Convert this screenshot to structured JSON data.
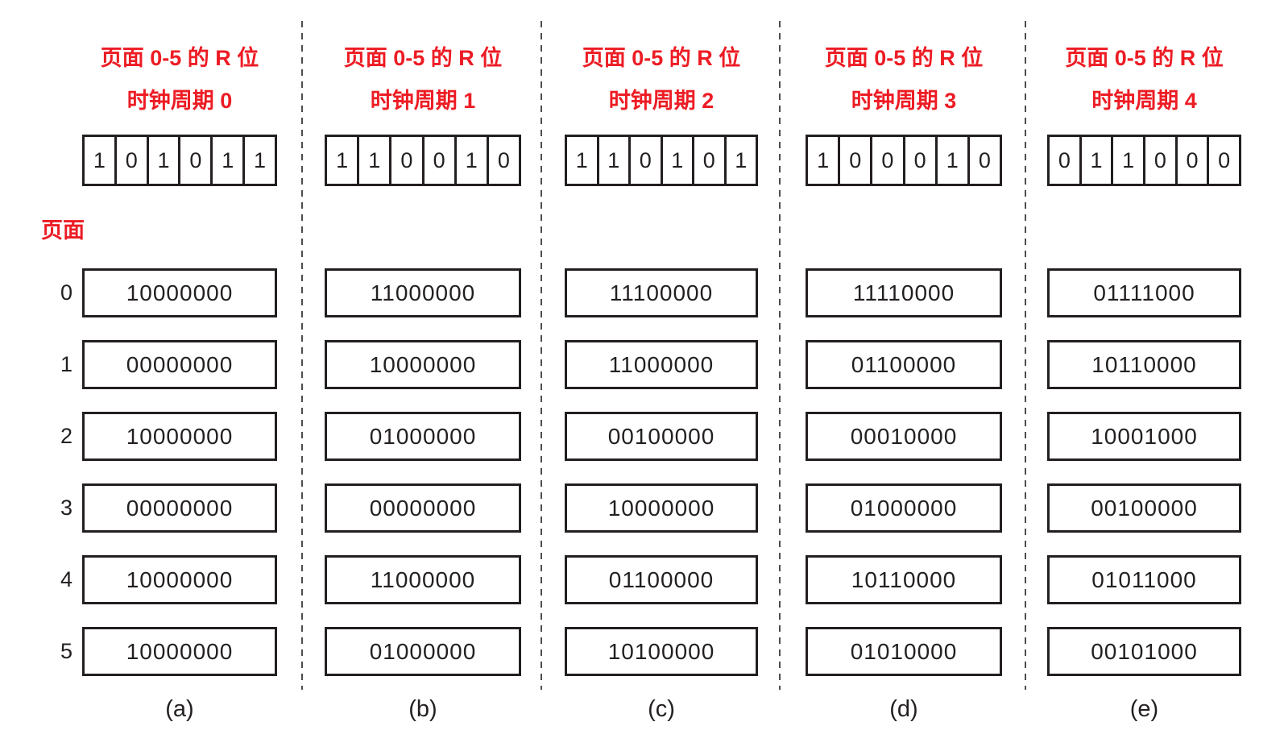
{
  "colors": {
    "title_red": "#ed1c24",
    "line_black": "#231f20"
  },
  "page_column": {
    "header": "页面",
    "numbers": [
      "0",
      "1",
      "2",
      "3",
      "4",
      "5"
    ]
  },
  "columns": [
    {
      "title_line1": "页面 0-5 的 R 位",
      "title_line2": "时钟周期 0",
      "r_bits": [
        "1",
        "0",
        "1",
        "0",
        "1",
        "1"
      ],
      "counters": [
        "10000000",
        "00000000",
        "10000000",
        "00000000",
        "10000000",
        "10000000"
      ],
      "label": "(a)"
    },
    {
      "title_line1": "页面 0-5 的 R 位",
      "title_line2": "时钟周期 1",
      "r_bits": [
        "1",
        "1",
        "0",
        "0",
        "1",
        "0"
      ],
      "counters": [
        "11000000",
        "10000000",
        "01000000",
        "00000000",
        "11000000",
        "01000000"
      ],
      "label": "(b)"
    },
    {
      "title_line1": "页面 0-5 的 R 位",
      "title_line2": "时钟周期 2",
      "r_bits": [
        "1",
        "1",
        "0",
        "1",
        "0",
        "1"
      ],
      "counters": [
        "11100000",
        "11000000",
        "00100000",
        "10000000",
        "01100000",
        "10100000"
      ],
      "label": "(c)"
    },
    {
      "title_line1": "页面 0-5 的 R 位",
      "title_line2": "时钟周期 3",
      "r_bits": [
        "1",
        "0",
        "0",
        "0",
        "1",
        "0"
      ],
      "counters": [
        "11110000",
        "01100000",
        "00010000",
        "01000000",
        "10110000",
        "01010000"
      ],
      "label": "(d)"
    },
    {
      "title_line1": "页面 0-5 的 R 位",
      "title_line2": "时钟周期 4",
      "r_bits": [
        "0",
        "1",
        "1",
        "0",
        "0",
        "0"
      ],
      "counters": [
        "01111000",
        "10110000",
        "10001000",
        "00100000",
        "01011000",
        "00101000"
      ],
      "label": "(e)"
    }
  ]
}
